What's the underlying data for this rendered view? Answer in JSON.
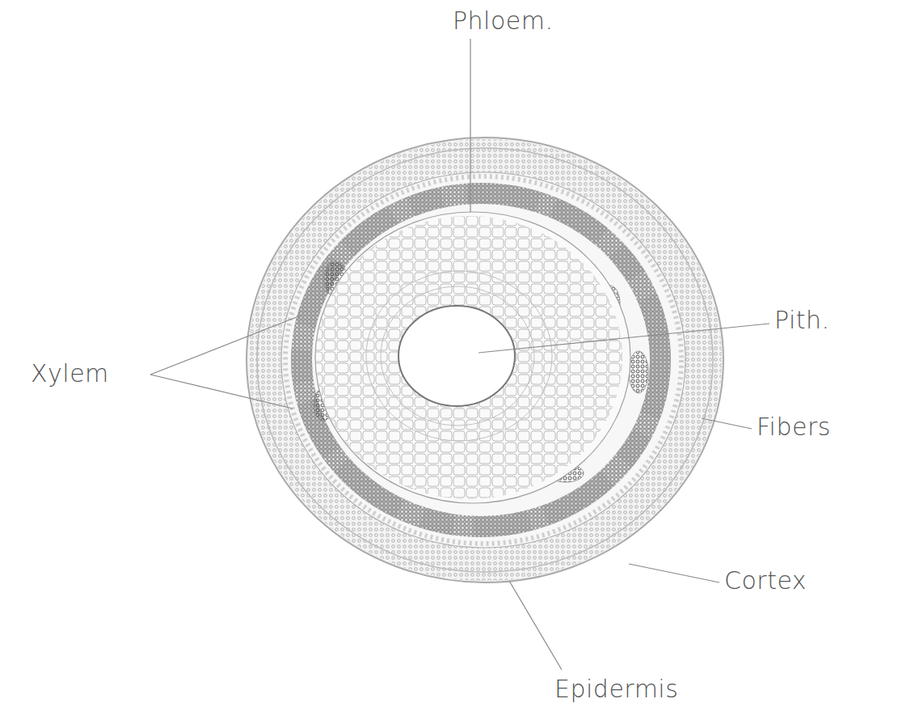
{
  "diagram": {
    "labels": [
      "Phloem.",
      "Xylem",
      "Pith.",
      "Fibers",
      "Cortex",
      "Epidermis"
    ]
  }
}
